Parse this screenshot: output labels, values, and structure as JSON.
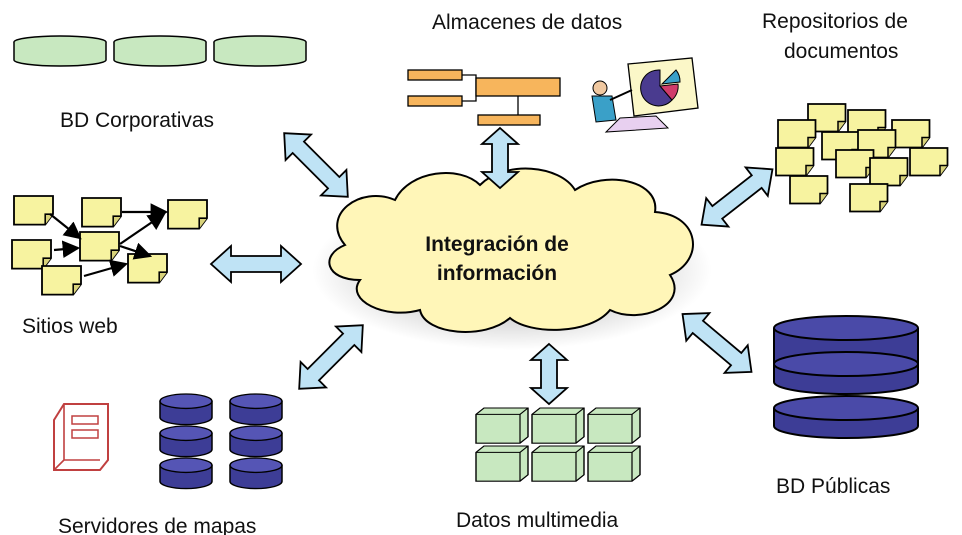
{
  "center": {
    "line1": "Integración de",
    "line2": "información"
  },
  "sources": {
    "almacenes": "Almacenes de  datos",
    "repositorios_line1": "Repositorios de",
    "repositorios_line2": "documentos",
    "bd_corporativas": "BD Corporativas",
    "sitios_web": "Sitios web",
    "servidores_mapas": "Servidores de mapas",
    "datos_multimedia": "Datos multimedia",
    "bd_publicas": "BD Públicas"
  },
  "colors": {
    "arrow_fill": "#bfe3f5",
    "cloud_fill": "#fff6b8",
    "green_fill": "#c8e8c0",
    "yellow_note": "#f7f3a0",
    "navy_db": "#3d3d96",
    "orange_bar": "#f7b55c"
  }
}
